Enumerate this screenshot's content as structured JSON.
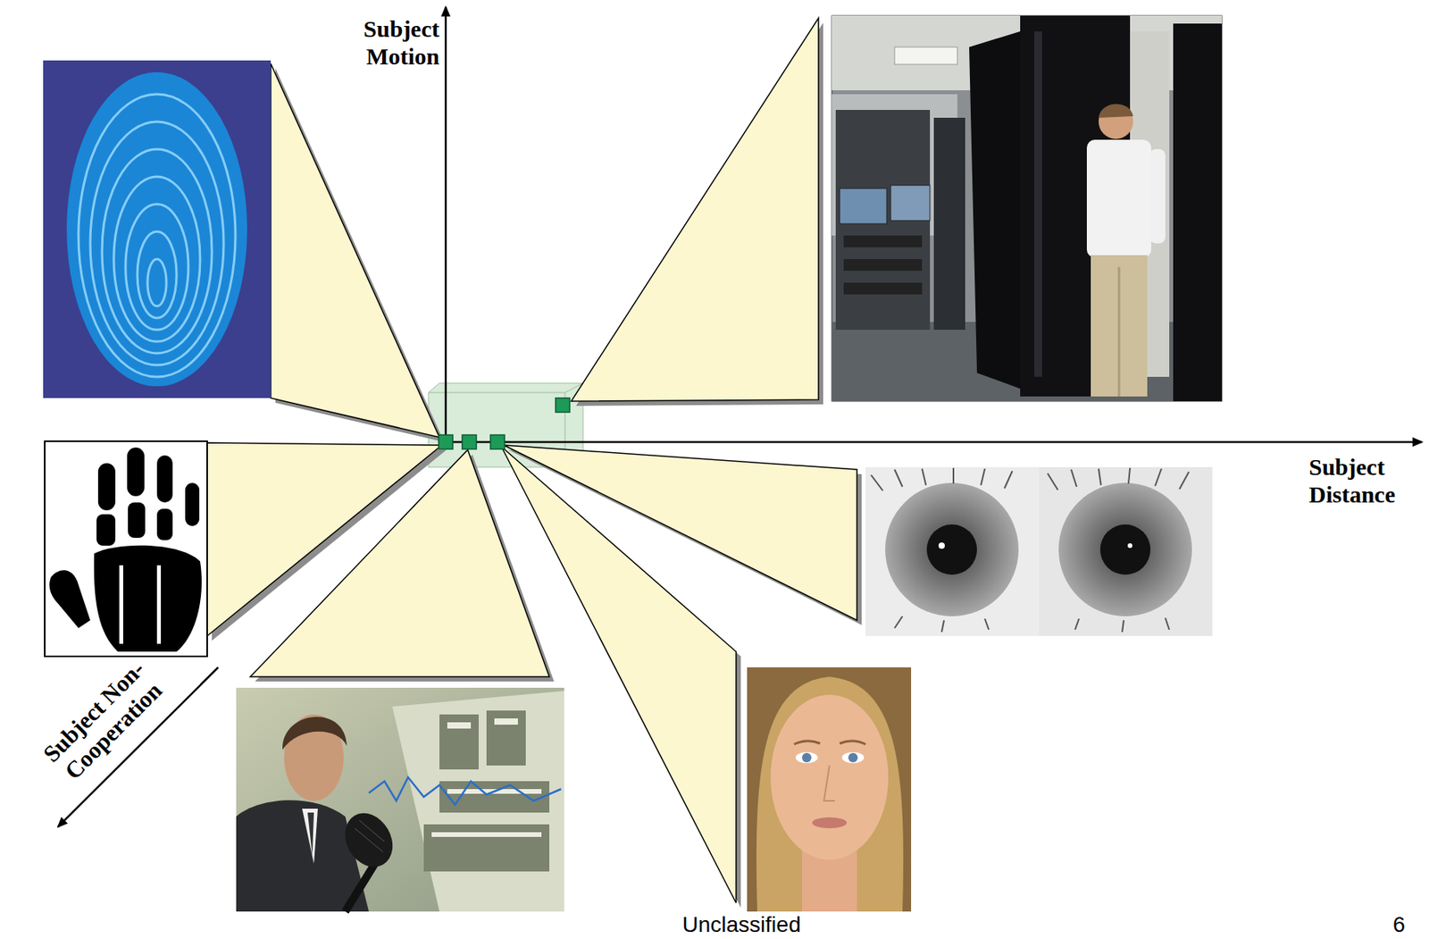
{
  "diagram": {
    "labels": [
      "Subject Motion",
      "Subject Distance",
      "Subject Non-Cooperation",
      "Unclassified",
      "6"
    ]
  }
}
